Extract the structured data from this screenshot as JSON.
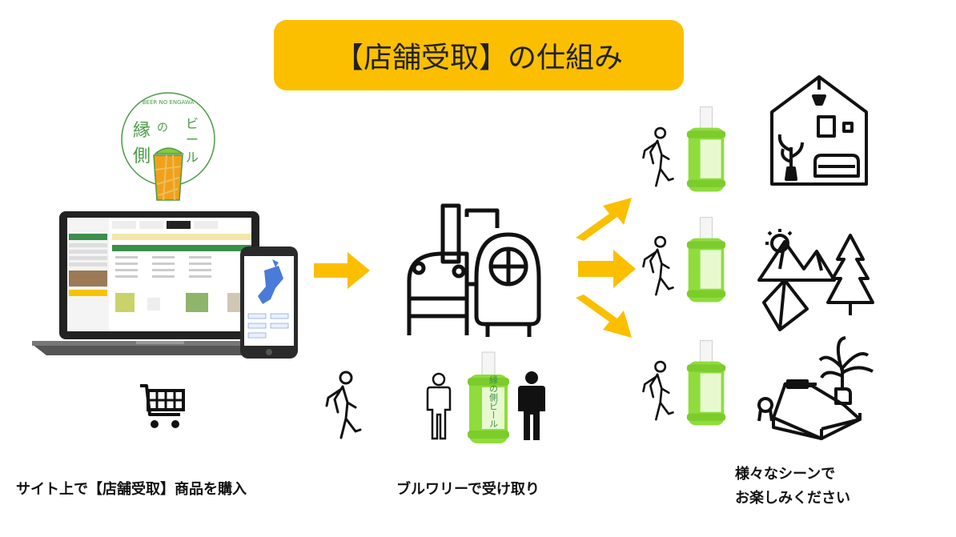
{
  "title": "【店舗受取】の仕組み",
  "logo": {
    "arc_text": "BEER NO ENGAWA",
    "kanji_1": "縁",
    "kanji_2": "側",
    "kana_1": "の",
    "kana_2": "ビ",
    "kana_3": "ー",
    "kana_4": "ル"
  },
  "steps": [
    {
      "label": "サイト上で【店舗受取】商品を購入"
    },
    {
      "label": "ブルワリーで受け取り"
    },
    {
      "label_line1": "様々なシーンで",
      "label_line2": "お楽しみください"
    }
  ],
  "keg_text": "縁の側ビール",
  "colors": {
    "accent": "#fbbf00",
    "keg_green": "#8fdc3c",
    "logo_green": "#4a9a46"
  },
  "icons": [
    "cart-icon",
    "walking-person-icon",
    "brewery-icon",
    "person-icon",
    "keg-icon",
    "house-icon",
    "mountain-camp-icon",
    "bedroom-icon",
    "arrow-icon",
    "laptop-icon",
    "phone-icon"
  ]
}
